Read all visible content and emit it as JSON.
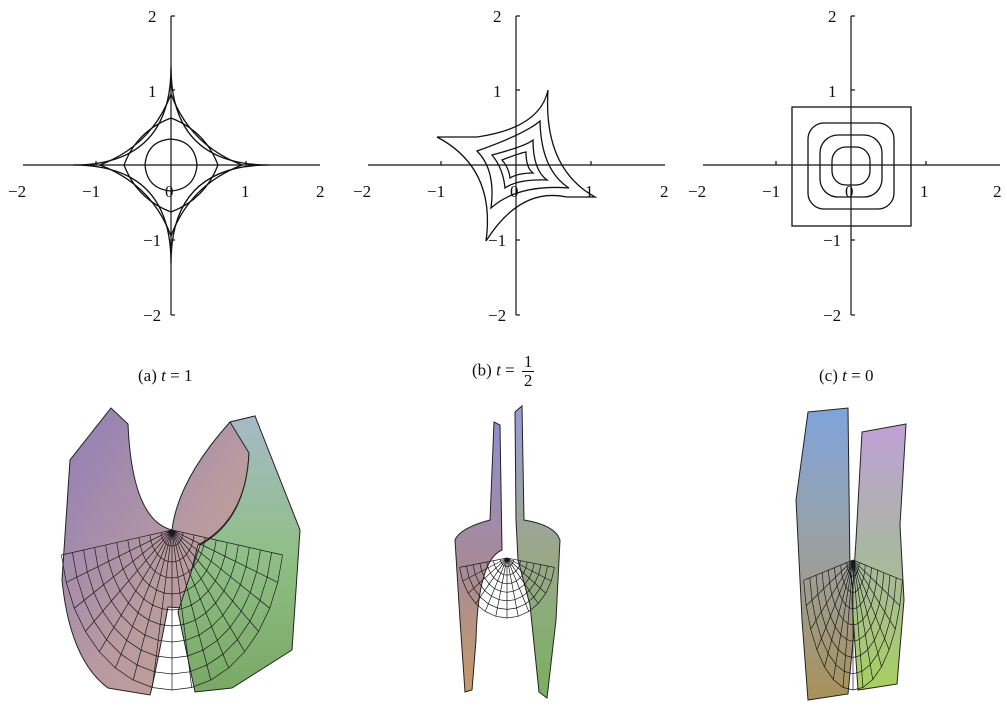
{
  "panels": [
    {
      "id": "a",
      "caption_label": "(a)",
      "caption_var": "t",
      "caption_eq": "=",
      "caption_value": "1",
      "x_ticks": [
        "−2",
        "−1",
        "0",
        "1",
        "2"
      ],
      "y_ticks": [
        "2",
        "1",
        "−1",
        "−2"
      ]
    },
    {
      "id": "b",
      "caption_label": "(b)",
      "caption_var": "t",
      "caption_eq": "=",
      "caption_num": "1",
      "caption_den": "2",
      "x_ticks": [
        "−2",
        "−1",
        "0",
        "1",
        "2"
      ],
      "y_ticks": [
        "2",
        "1",
        "−1",
        "−2"
      ]
    },
    {
      "id": "c",
      "caption_label": "(c)",
      "caption_var": "t",
      "caption_eq": "=",
      "caption_value": "0",
      "x_ticks": [
        "−2",
        "−1",
        "0",
        "1",
        "2"
      ],
      "y_ticks": [
        "2",
        "1",
        "−1",
        "−2"
      ]
    }
  ],
  "surfaces": [
    {
      "id": "surface-a",
      "colors": [
        "#8a74b0",
        "#c49a90",
        "#8fb07a"
      ]
    },
    {
      "id": "surface-b",
      "colors": [
        "#9a8fc0",
        "#b89a70",
        "#7aa060"
      ]
    },
    {
      "id": "surface-c",
      "colors": [
        "#7f9fd0",
        "#b08a7a",
        "#9ac070"
      ]
    }
  ]
}
